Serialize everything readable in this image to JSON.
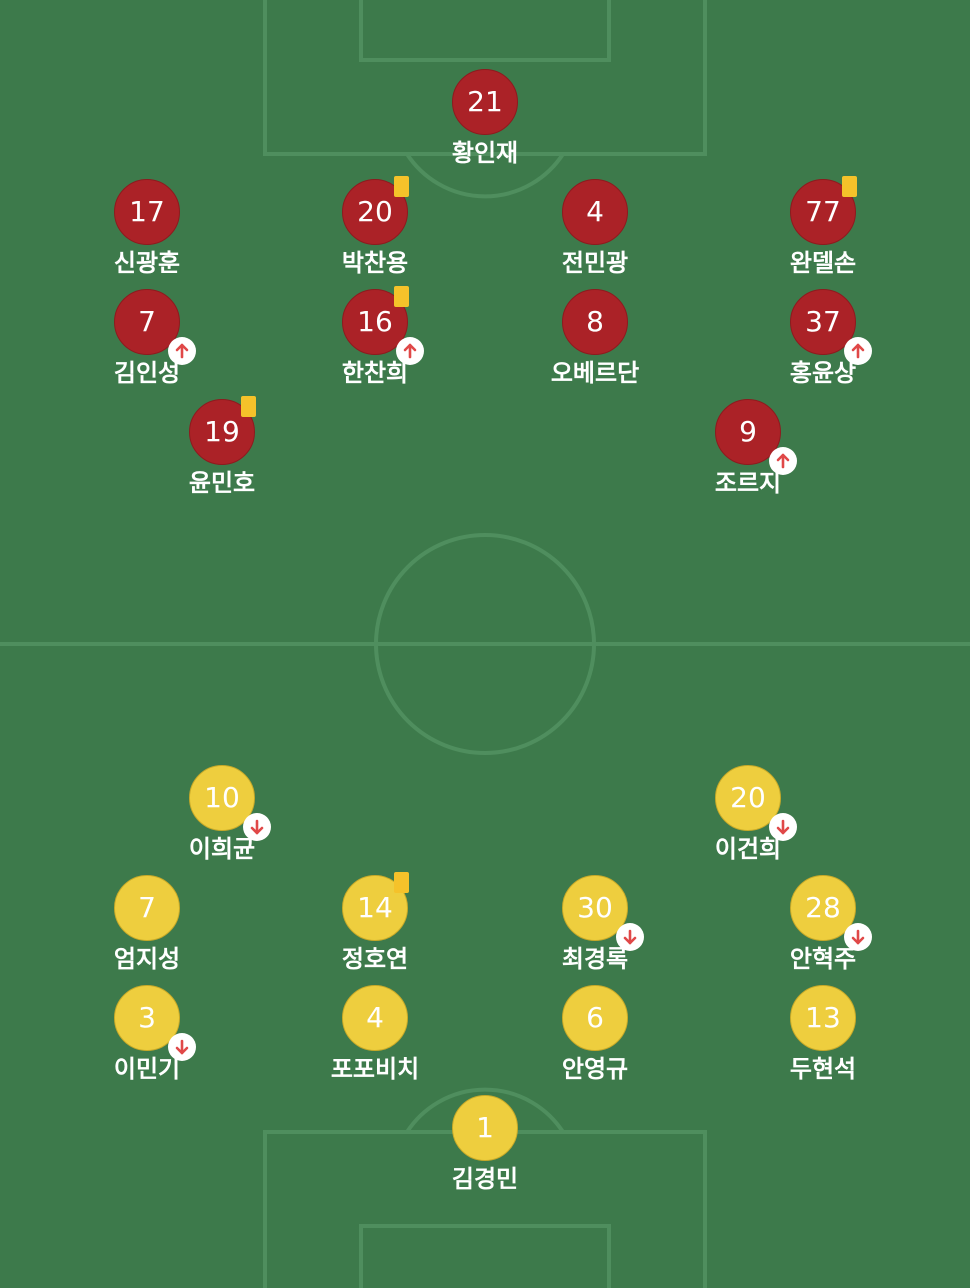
{
  "colors": {
    "pitch": "#3d7a4b",
    "line": "#4f8e5e",
    "home_kit": "#ab2227",
    "away_kit": "#eece3e",
    "yellow_card": "#f5c22a",
    "sub_arrow": "#e04848"
  },
  "home": {
    "players": [
      {
        "number": "21",
        "name": "황인재",
        "card": false,
        "sub": "none"
      },
      {
        "number": "17",
        "name": "신광훈",
        "card": false,
        "sub": "none"
      },
      {
        "number": "20",
        "name": "박찬용",
        "card": true,
        "sub": "none"
      },
      {
        "number": "4",
        "name": "전민광",
        "card": false,
        "sub": "none"
      },
      {
        "number": "77",
        "name": "완델손",
        "card": true,
        "sub": "none"
      },
      {
        "number": "7",
        "name": "김인성",
        "card": false,
        "sub": "up"
      },
      {
        "number": "16",
        "name": "한찬희",
        "card": true,
        "sub": "up"
      },
      {
        "number": "8",
        "name": "오베르단",
        "card": false,
        "sub": "none"
      },
      {
        "number": "37",
        "name": "홍윤상",
        "card": false,
        "sub": "up"
      },
      {
        "number": "19",
        "name": "윤민호",
        "card": true,
        "sub": "none"
      },
      {
        "number": "9",
        "name": "조르지",
        "card": false,
        "sub": "up"
      }
    ]
  },
  "away": {
    "players": [
      {
        "number": "10",
        "name": "이희균",
        "card": false,
        "sub": "down"
      },
      {
        "number": "20",
        "name": "이건희",
        "card": false,
        "sub": "down"
      },
      {
        "number": "7",
        "name": "엄지성",
        "card": false,
        "sub": "none"
      },
      {
        "number": "14",
        "name": "정호연",
        "card": true,
        "sub": "none"
      },
      {
        "number": "30",
        "name": "최경록",
        "card": false,
        "sub": "down"
      },
      {
        "number": "28",
        "name": "안혁주",
        "card": false,
        "sub": "down"
      },
      {
        "number": "3",
        "name": "이민기",
        "card": false,
        "sub": "down"
      },
      {
        "number": "4",
        "name": "포포비치",
        "card": false,
        "sub": "none"
      },
      {
        "number": "6",
        "name": "안영규",
        "card": false,
        "sub": "none"
      },
      {
        "number": "13",
        "name": "두현석",
        "card": false,
        "sub": "none"
      },
      {
        "number": "1",
        "name": "김경민",
        "card": false,
        "sub": "none"
      }
    ]
  }
}
